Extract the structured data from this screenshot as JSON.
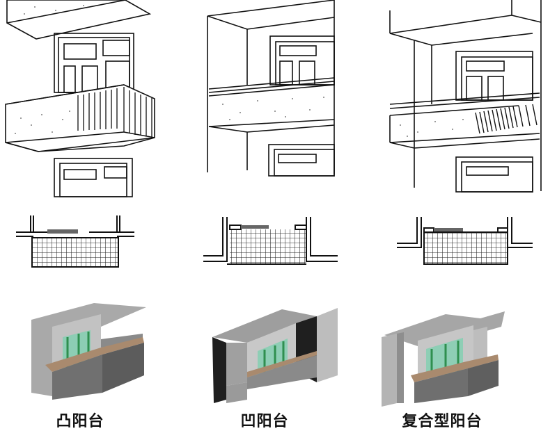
{
  "diagram": {
    "columns": [
      {
        "id": "convex",
        "label": "凸阳台"
      },
      {
        "id": "concave",
        "label": "凹阳台"
      },
      {
        "id": "composite",
        "label": "复合型阳台"
      }
    ],
    "rows": [
      "perspective-sketch",
      "floor-plan",
      "3d-model"
    ],
    "colors": {
      "line": "#111111",
      "wall_light": "#b9b9b9",
      "wall_mid": "#8e8e8e",
      "wall_dark": "#6b6b6b",
      "wall_black": "#1e1e1e",
      "ledge": "#a98a6e",
      "glass": "#3f9e6a",
      "glass_light": "#7fcfb0"
    }
  }
}
